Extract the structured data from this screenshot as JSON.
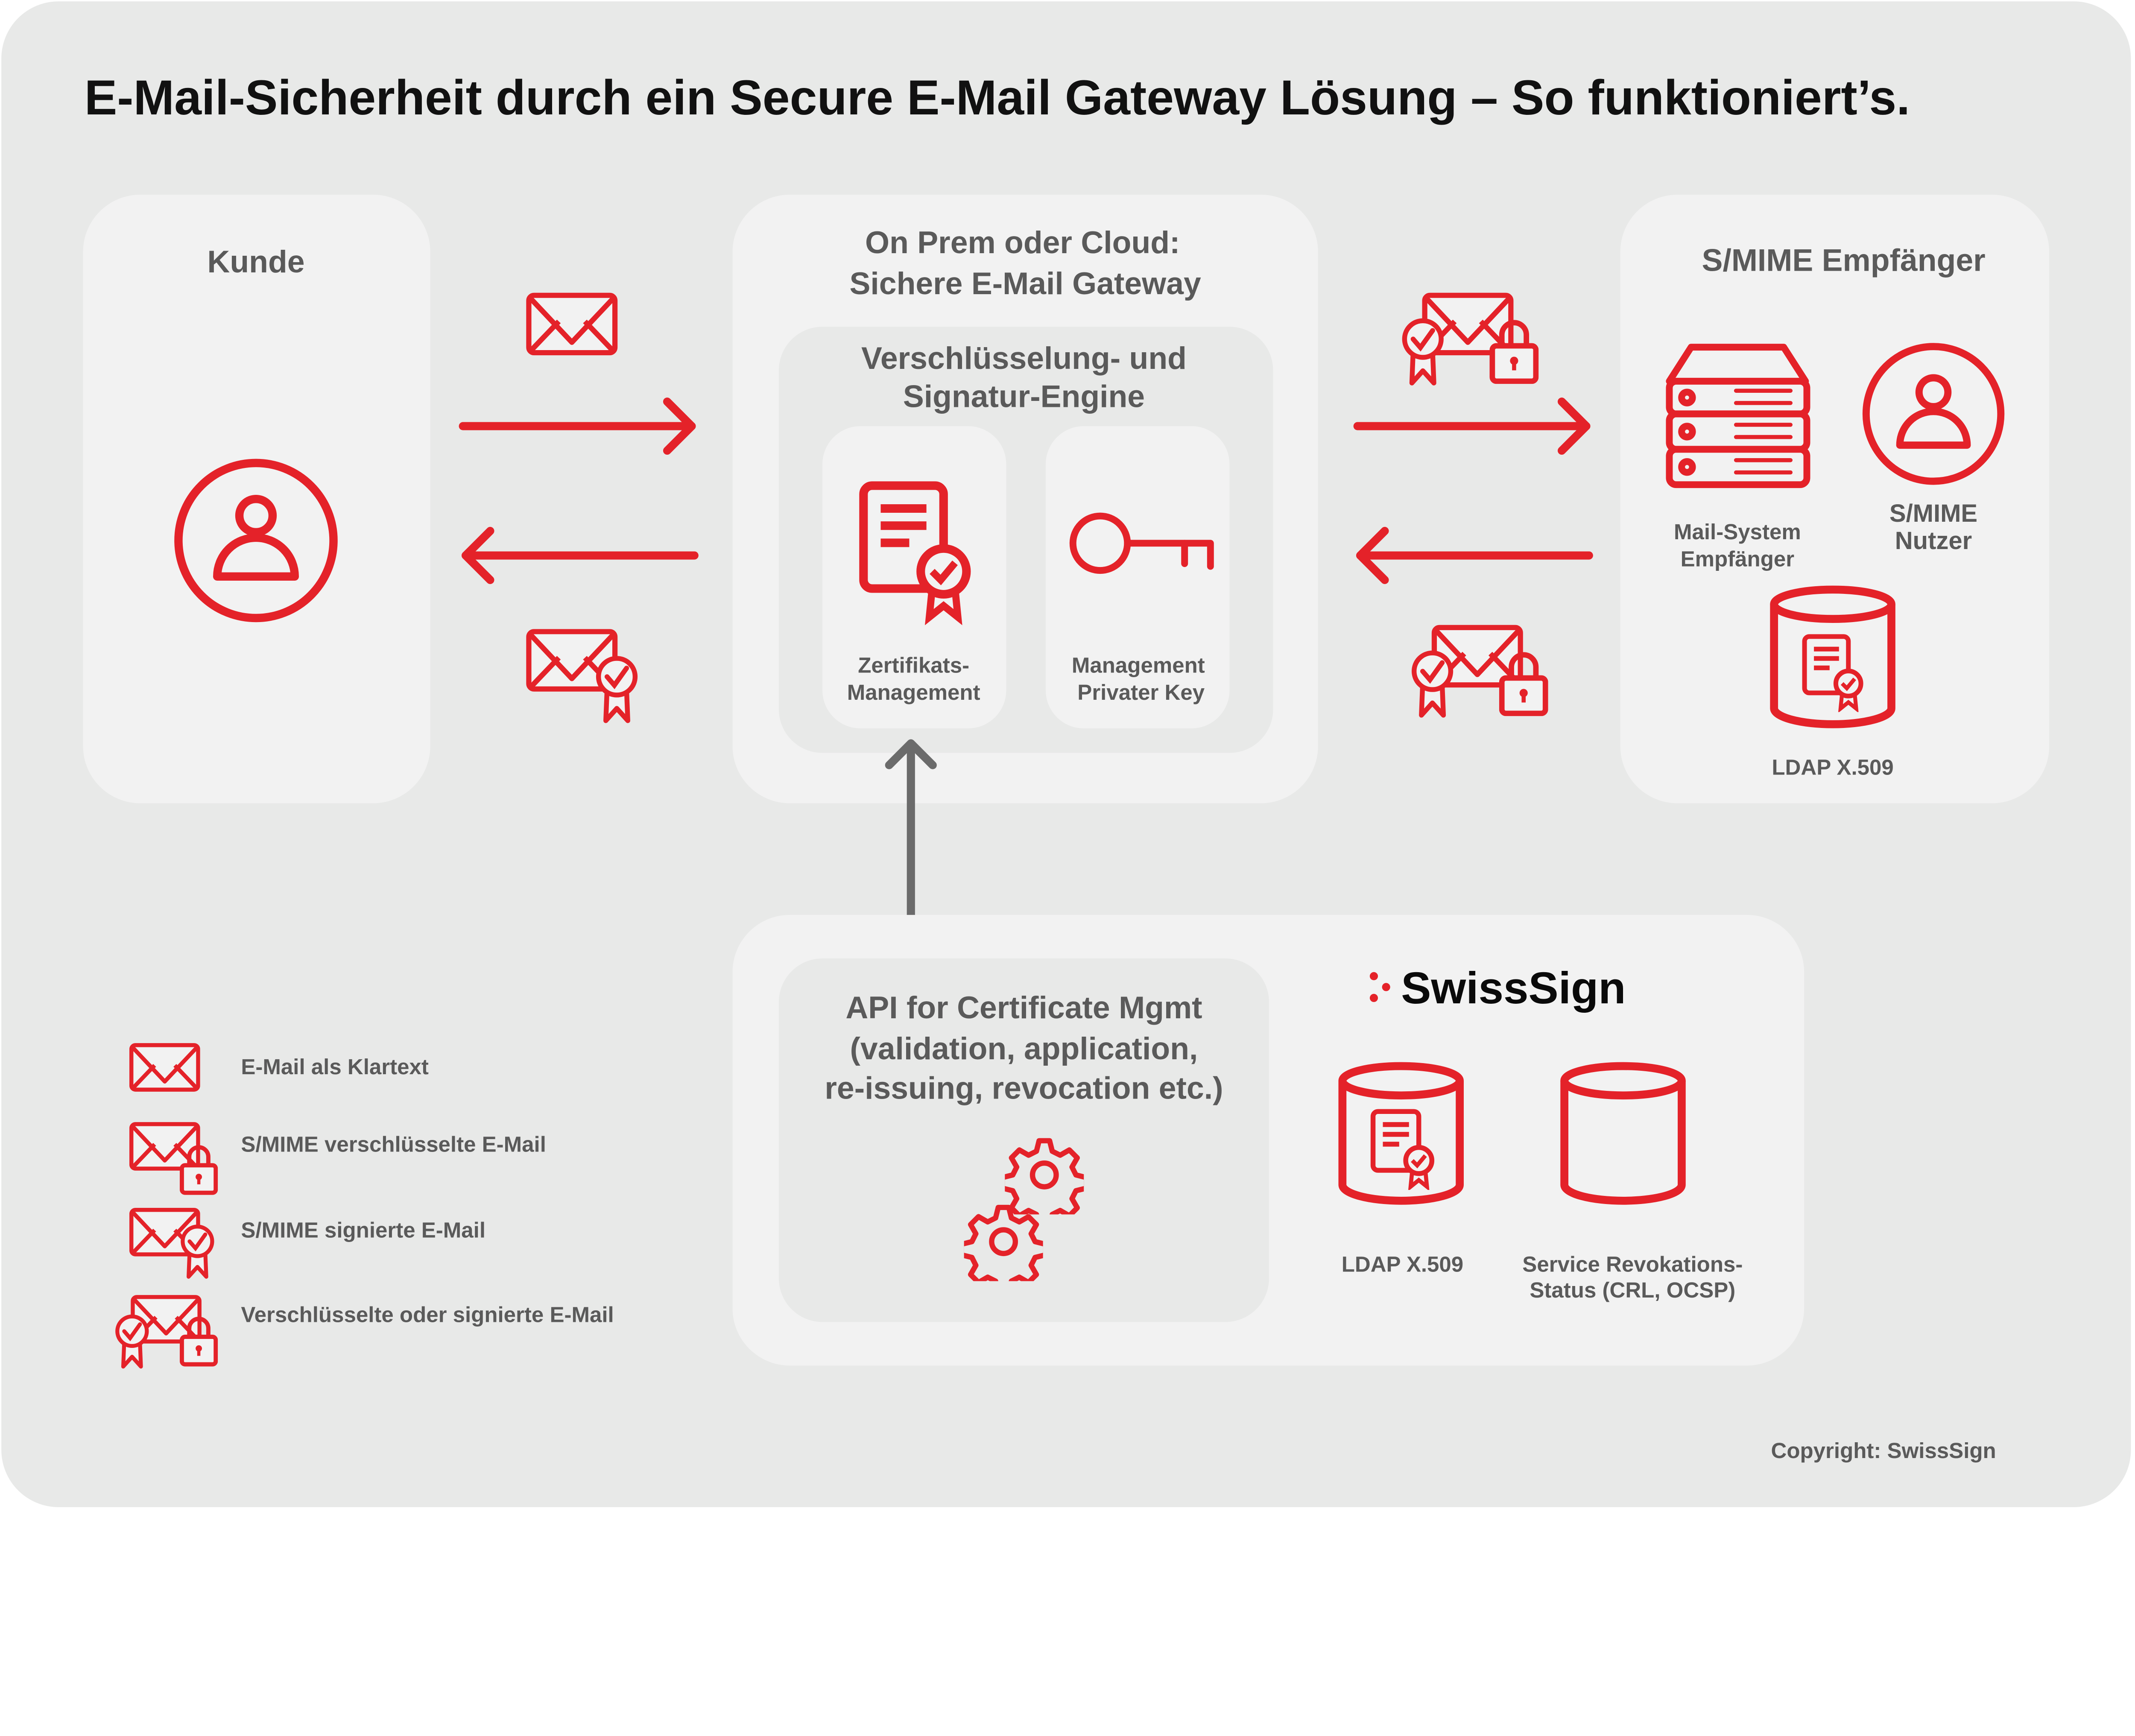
{
  "title": "E-Mail-Sicherheit durch ein Secure E-Mail Gateway Lösung – So funktioniert’s.",
  "colors": {
    "accent": "#e42229",
    "background": "#e8e9e8",
    "panel": "#f2f2f2",
    "text": "#5a5a5a",
    "connector": "#6b6b6b"
  },
  "customer": {
    "label": "Kunde",
    "icon": "user-circle-icon"
  },
  "gateway": {
    "title_line1": "On Prem oder Cloud:",
    "title_line2": "Sichere E-Mail Gateway",
    "engine": {
      "title_line1": "Verschlüsselung- und",
      "title_line2": "Signatur-Engine",
      "cards": [
        {
          "line1": "Zertifikats-",
          "line2": "Management",
          "icon": "certificate-icon"
        },
        {
          "line1": "Management",
          "line2": "Privater Key",
          "icon": "key-icon"
        }
      ]
    }
  },
  "recipient": {
    "title": "S/MIME Empfänger",
    "mail_system": {
      "line1": "Mail-System",
      "line2": "Empfänger"
    },
    "user": {
      "line1": "S/MIME",
      "line2": "Nutzer"
    },
    "ldap": "LDAP X.509"
  },
  "api": {
    "line1": "API for Certificate Mgmt",
    "line2": "(validation, application,",
    "line3": "re-issuing, revocation etc.)",
    "logo": "SwissSign",
    "ldap": "LDAP X.509",
    "revocation": {
      "line1": "Service Revokations-",
      "line2": "Status (CRL, OCSP)"
    }
  },
  "legend": [
    {
      "label": "E-Mail als Klartext",
      "icon": "envelope-icon"
    },
    {
      "label": "S/MIME verschlüsselte E-Mail",
      "icon": "envelope-lock-icon"
    },
    {
      "label": "S/MIME signierte E-Mail",
      "icon": "envelope-badge-icon"
    },
    {
      "label": "Verschlüsselte oder signierte E-Mail",
      "icon": "envelope-badge-lock-icon"
    }
  ],
  "copyright": "Copyright: SwissSign"
}
